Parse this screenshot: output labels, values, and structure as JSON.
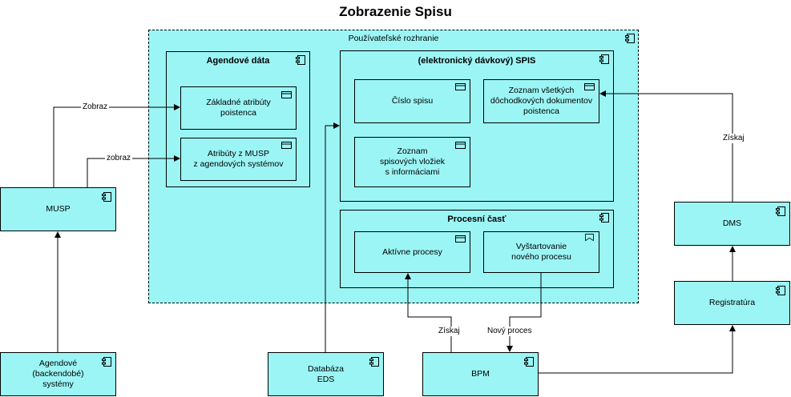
{
  "title": "Zobrazenie Spisu",
  "ui_frame": {
    "label": "Používateľské rozhranie"
  },
  "agendove": {
    "header": "Agendové dáta",
    "items": [
      "Základné atribúty\npoistenca",
      "Atribúty z MUSP\nz agendových systémov"
    ]
  },
  "spis": {
    "header": "(elektronický dávkový) SPIS",
    "items": [
      "Číslo spisu",
      "Zoznam všetkých\ndôchodkových dokumentov\npoistenca",
      "Zoznam\nspisových vložiek\ns informáciami"
    ]
  },
  "procesna": {
    "header": "Procesní časť",
    "items": [
      "Aktívne procesy",
      "Vyštartovanie\nnového procesu"
    ]
  },
  "components": {
    "musp": "MUSP",
    "agendove_systemy": "Agendové\n(backendobé)\nsystémy",
    "eds": "Databáza\nEDS",
    "bpm": "BPM",
    "dms": "DMS",
    "registratura": "Registratúra"
  },
  "edges": {
    "zobraz1": "Zobraz",
    "zobraz2": "zobraz",
    "ziskaj_dms": "Získaj",
    "ziskaj_bpm": "Získaj",
    "novy_proces": "Nový proces"
  },
  "icons": {
    "component": "component-icon",
    "interface": "interface-icon",
    "event": "event-icon"
  },
  "colors": {
    "fill": "#9cf5f5",
    "stroke": "#000000"
  }
}
